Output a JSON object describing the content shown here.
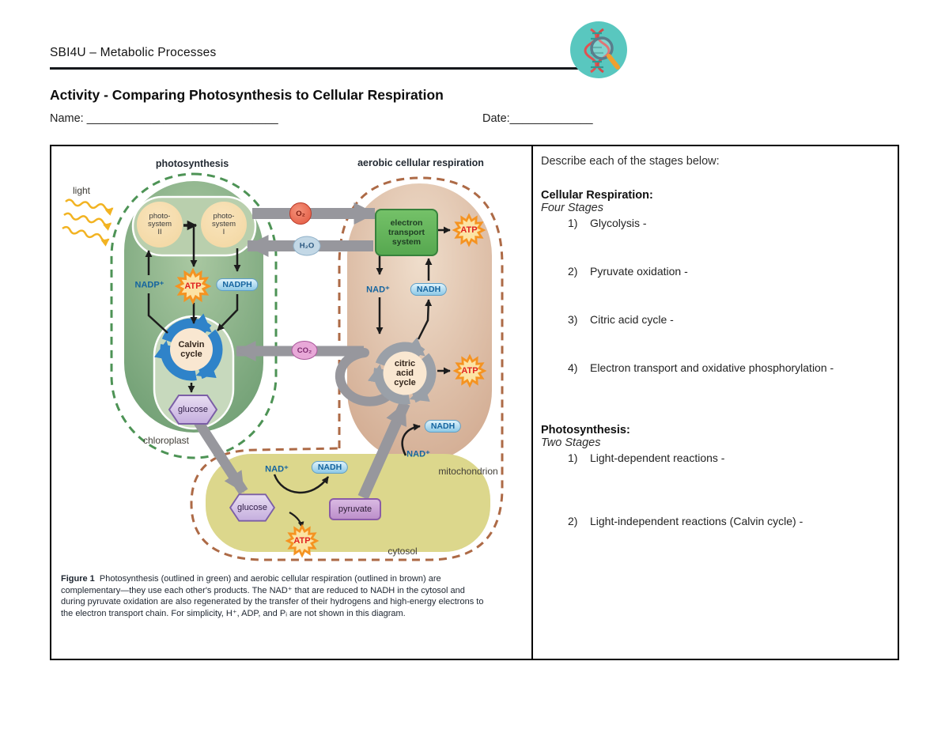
{
  "header": {
    "course": "SBI4U – Metabolic Processes",
    "title": "Activity - Comparing Photosynthesis to Cellular Respiration",
    "name_label": "Name:",
    "name_blank": "______________________________",
    "date_label": "Date:",
    "date_blank": "_____________"
  },
  "questions": {
    "intro": "Describe each of the stages below:",
    "cellular_respiration": {
      "heading": "Cellular Respiration:",
      "subheading": "Four Stages",
      "items": [
        {
          "num": "1)",
          "text": "Glycolysis -"
        },
        {
          "num": "2)",
          "text": "Pyruvate oxidation -"
        },
        {
          "num": "3)",
          "text": "Citric acid cycle -"
        },
        {
          "num": "4)",
          "text": "Electron transport and oxidative phosphorylation -"
        }
      ]
    },
    "photosynthesis": {
      "heading": "Photosynthesis:",
      "subheading": "Two Stages",
      "items": [
        {
          "num": "1)",
          "text": "Light-dependent reactions -"
        },
        {
          "num": "2)",
          "text": "Light-independent reactions (Calvin cycle) -"
        }
      ]
    }
  },
  "diagram": {
    "section_photosynthesis": "photosynthesis",
    "section_respiration": "aerobic cellular respiration",
    "light": "light",
    "ps2": [
      "photo-",
      "system",
      "II"
    ],
    "ps1": [
      "photo-",
      "system",
      "I"
    ],
    "nadp_plus": "NADP⁺",
    "nad_plus": "NAD⁺",
    "nadph": "NADPH",
    "nadh": "NADH",
    "atp": "ATP",
    "o2": "O₂",
    "h2o": "H₂O",
    "co2": "CO₂",
    "calvin": [
      "Calvin",
      "cycle"
    ],
    "citric": [
      "citric",
      "acid",
      "cycle"
    ],
    "ets": [
      "electron",
      "transport",
      "system"
    ],
    "glucose": "glucose",
    "pyruvate": "pyruvate",
    "chloroplast": "chloroplast",
    "mitochondrion": "mitochondrion",
    "cytosol": "cytosol"
  },
  "caption": {
    "label": "Figure 1",
    "text": "Photosynthesis (outlined in green) and aerobic cellular respiration (outlined in brown) are complementary—they use each other's products. The NAD⁺ that are reduced to NADH in the cytosol and during pyruvate oxidation are also regenerated by the transfer of their hydrogens and high-energy electrons to the electron transport chain. For simplicity, H⁺, ADP, and Pᵢ are not shown in this diagram."
  },
  "colors": {
    "green_outline": "#4d9355",
    "brown_outline": "#ad6a46",
    "grey_arrow": "#97979d",
    "calvin_ring": "#2f83c9",
    "citric_ring": "#9aa0a8",
    "atp_star": "#f59321",
    "logo_teal": "#59c7bf"
  }
}
